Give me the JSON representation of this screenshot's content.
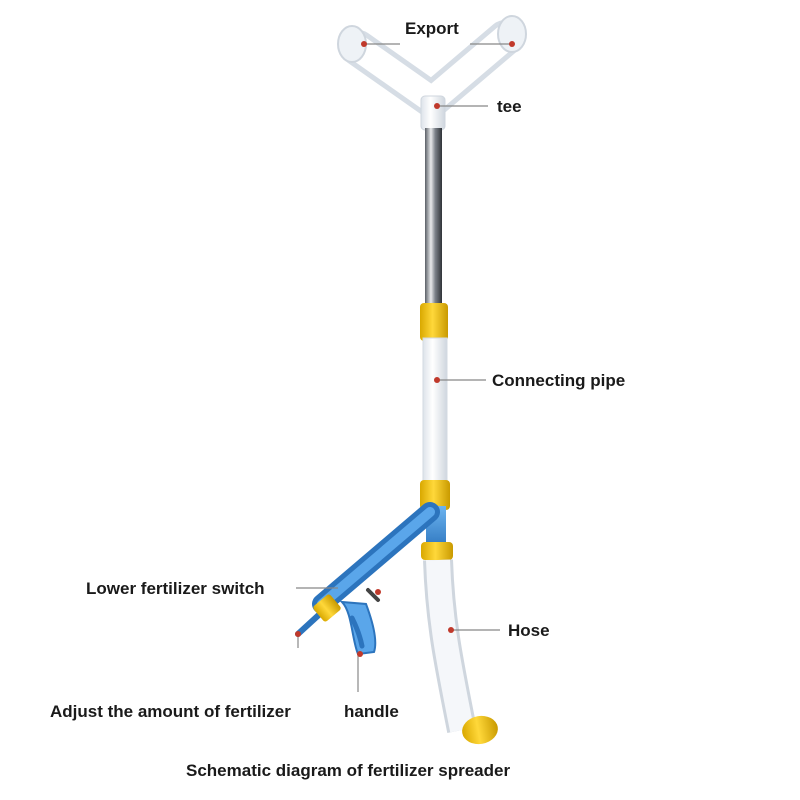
{
  "labels": {
    "export": "Export",
    "tee": "tee",
    "connecting_pipe": "Connecting pipe",
    "hose": "Hose",
    "lower_switch": "Lower fertilizer switch",
    "adjust_amount": "Adjust the amount of fertilizer",
    "handle": "handle"
  },
  "caption": "Schematic diagram of fertilizer spreader",
  "colors": {
    "pipe_white": "#f4f6f8",
    "steel": "#9aa0a6",
    "yellow": "#f2c20f",
    "blue": "#3c8fd8",
    "marker_red": "#c0392b",
    "leader_gray": "#888888"
  }
}
